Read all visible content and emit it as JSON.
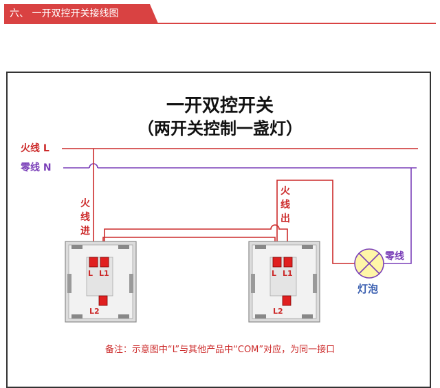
{
  "header": {
    "title": "六、 一开双控开关接线图"
  },
  "diagram": {
    "title": "一开双控开关",
    "subtitle": "（两开关控制一盏灯）",
    "live_wire_label": "火线 L",
    "neutral_wire_label": "零线 N",
    "live_in_label": [
      "火",
      "线",
      "进"
    ],
    "live_out_label": [
      "火",
      "线",
      "出"
    ],
    "neutral_label": "零线",
    "lamp_label": "灯泡",
    "switch_left": {
      "terminal_l": "L",
      "terminal_l1": "L1",
      "terminal_l2": "L2"
    },
    "switch_right": {
      "terminal_l": "L",
      "terminal_l1": "L1",
      "terminal_l2": "L2"
    },
    "note": "备注：示意图中“L”与其他产品中“COM”对应，为同一接口"
  },
  "colors": {
    "accent": "#d94242",
    "live_wire": "#cc2a2a",
    "neutral_wire": "#7a3fb8",
    "terminal": "#e02020",
    "switch_body": "#eeeeee"
  }
}
